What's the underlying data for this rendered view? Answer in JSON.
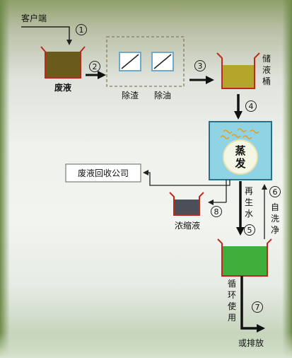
{
  "client": "客户端",
  "waste_tank_label": "废液",
  "filter1_label": "除渣",
  "filter2_label": "除油",
  "storage_tank_label_chars": [
    "储",
    "液",
    "桶"
  ],
  "evaporator_label_chars": [
    "蒸",
    "发"
  ],
  "recycle_company": "废液回收公司",
  "concentrate_label": "浓缩液",
  "regen_water_chars": [
    "再",
    "生",
    "水"
  ],
  "self_clean_chars": [
    "自",
    "洗",
    "净"
  ],
  "cycle_use_chars": [
    "循",
    "环",
    "使",
    "用"
  ],
  "discharge": "或排放",
  "step_numbers": [
    "1",
    "2",
    "3",
    "4",
    "5",
    "6",
    "7",
    "8"
  ],
  "colors": {
    "waste_liquid": "#6a5a1c",
    "storage_liquid": "#b4a62a",
    "evaporator_fill": "#8fd3e4",
    "evaporator_border": "#2b6f8a",
    "concentrate_liquid": "#4b5058",
    "cycle_liquid": "#3fae3a",
    "container_outline": "#c0281c",
    "filter_border": "#6fa8c8",
    "dashed_box": "#8a7a5a",
    "steam": "#e0a21e"
  }
}
